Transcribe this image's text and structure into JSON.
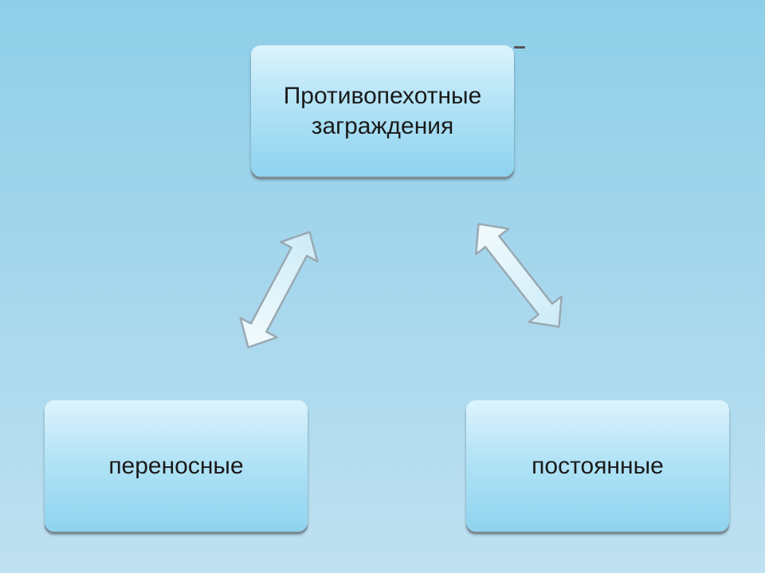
{
  "diagram": {
    "nodes": [
      {
        "id": "top",
        "label": "Противопехотные\nзаграждения"
      },
      {
        "id": "left",
        "label": "переносные"
      },
      {
        "id": "right",
        "label": "постоянные"
      }
    ],
    "edges": [
      {
        "from": "top",
        "to": "left",
        "style": "double-arrow"
      },
      {
        "from": "top",
        "to": "right",
        "style": "double-arrow"
      }
    ]
  },
  "colors": {
    "background_top": "#8ecfe8",
    "background_bottom": "#bfe1f1",
    "node_fill_light": "#dcf3fc",
    "node_fill_dark": "#8fd3ef",
    "arrow_fill": "#dff3fa",
    "arrow_outline": "#9aa9b2",
    "text": "#1a1a1a"
  }
}
